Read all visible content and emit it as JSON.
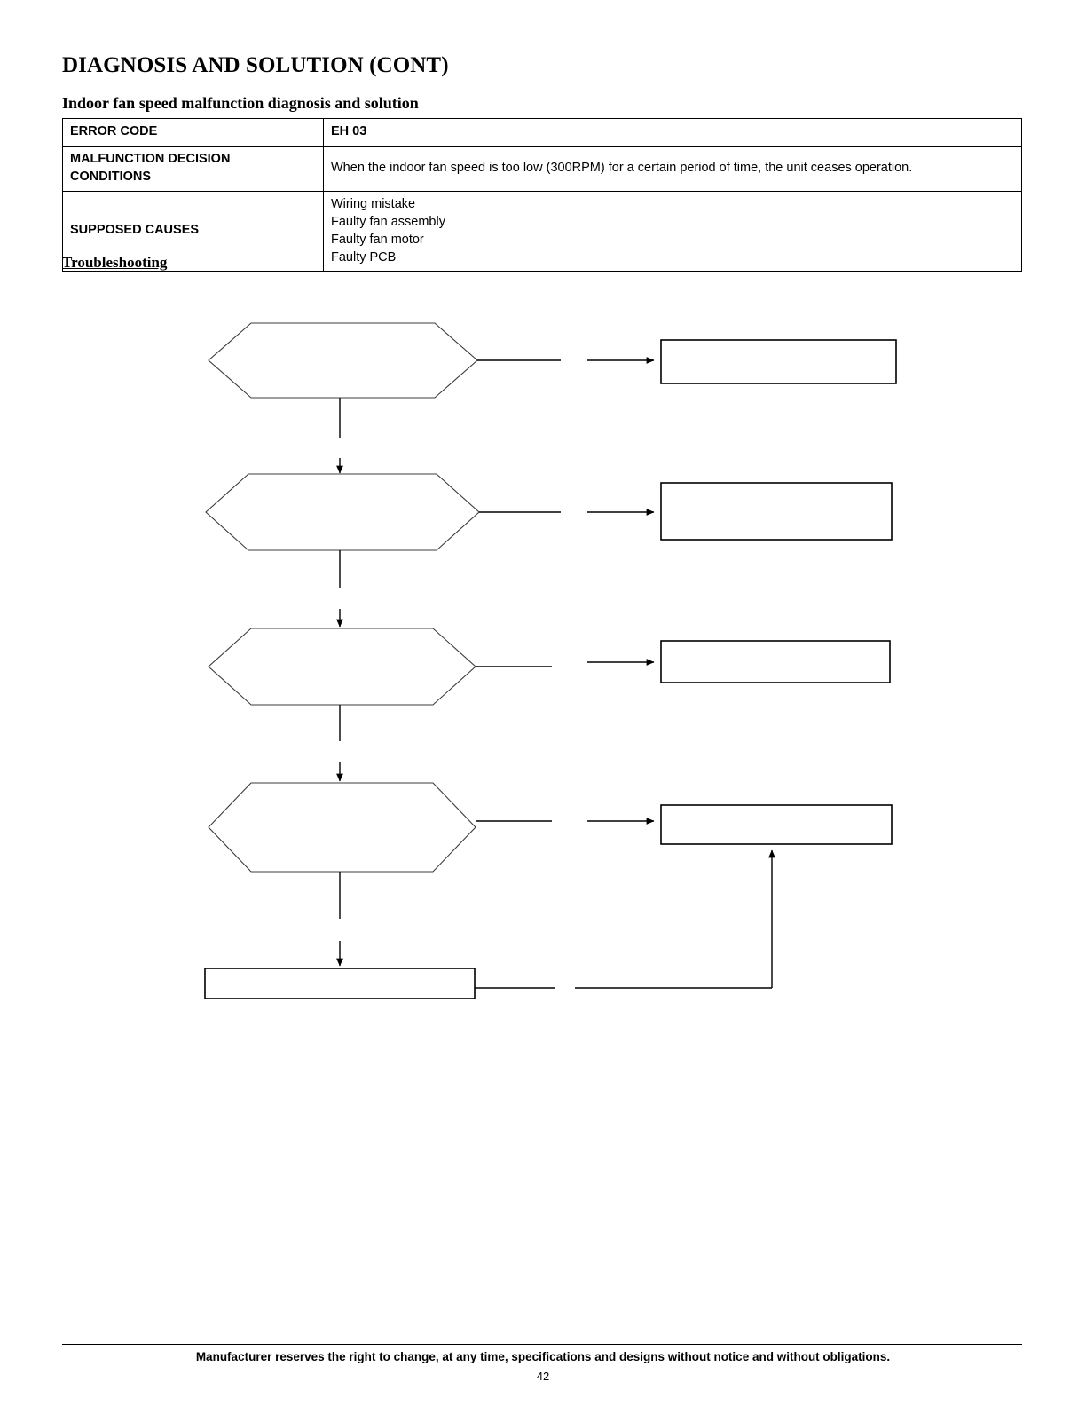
{
  "document": {
    "title": "DIAGNOSIS AND SOLUTION (CONT)",
    "section_title": "Indoor fan speed malfunction diagnosis and solution",
    "troubleshooting_title": "Troubleshooting"
  },
  "table": {
    "rows": [
      {
        "label": "ERROR CODE",
        "value": "EH 03",
        "value_bold": true
      },
      {
        "label": "MALFUNCTION DECISION CONDITIONS",
        "label_line1": "MALFUNCTION DECISION",
        "label_line2": "CONDITIONS",
        "value": "When the indoor fan speed is too low (300RPM) for a certain period of time, the unit ceases operation.",
        "value_bold": false
      },
      {
        "label": "SUPPOSED CAUSES",
        "causes": [
          "Wiring mistake",
          "Faulty fan assembly",
          "Faulty fan motor",
          "Faulty PCB"
        ],
        "value_bold": false
      }
    ]
  },
  "flowchart": {
    "type": "troubleshooting-flow",
    "stroke_color": "#000000",
    "fill_color": "#ffffff",
    "decision_nodes": [
      {
        "id": "decision-1",
        "label": ""
      },
      {
        "id": "decision-2",
        "label": ""
      },
      {
        "id": "decision-3",
        "label": ""
      },
      {
        "id": "decision-4",
        "label": ""
      }
    ],
    "action_nodes": [
      {
        "id": "action-1",
        "label": ""
      },
      {
        "id": "action-2",
        "label": ""
      },
      {
        "id": "action-3",
        "label": ""
      },
      {
        "id": "action-4",
        "label": ""
      },
      {
        "id": "action-end",
        "label": ""
      }
    ]
  },
  "footer": {
    "notice": "Manufacturer reserves the right to change, at any time, specifications and designs without notice and without obligations.",
    "page_number": "42"
  }
}
